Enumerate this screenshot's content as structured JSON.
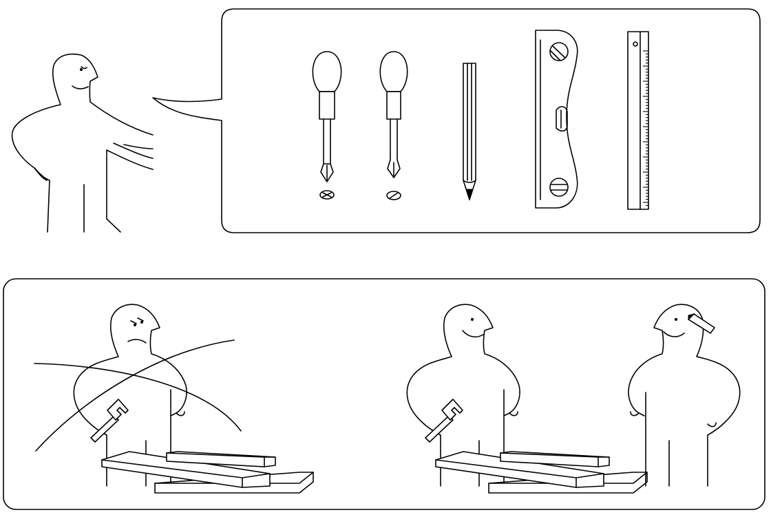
{
  "page": {
    "style": "instruction-manual-line-art",
    "colors": {
      "line": "#000000",
      "background": "#ffffff"
    }
  },
  "top_panel": {
    "figure": "person-pointing",
    "callout_tools": [
      {
        "icon": "phillips-screwdriver-icon",
        "screw": "phillips-screw-icon"
      },
      {
        "icon": "flathead-screwdriver-icon",
        "screw": "slotted-screw-icon"
      },
      {
        "icon": "pencil-icon"
      },
      {
        "icon": "spirit-level-icon"
      },
      {
        "icon": "ruler-icon"
      }
    ]
  },
  "bottom_panel": {
    "left_scene": {
      "people": 1,
      "mood": "unhappy",
      "tool": "hammer-icon",
      "crossed_out": true
    },
    "right_scene": {
      "people": 2,
      "mood": "happy",
      "tools": [
        "hammer-icon",
        "pencil-icon"
      ],
      "crossed_out": false
    }
  }
}
